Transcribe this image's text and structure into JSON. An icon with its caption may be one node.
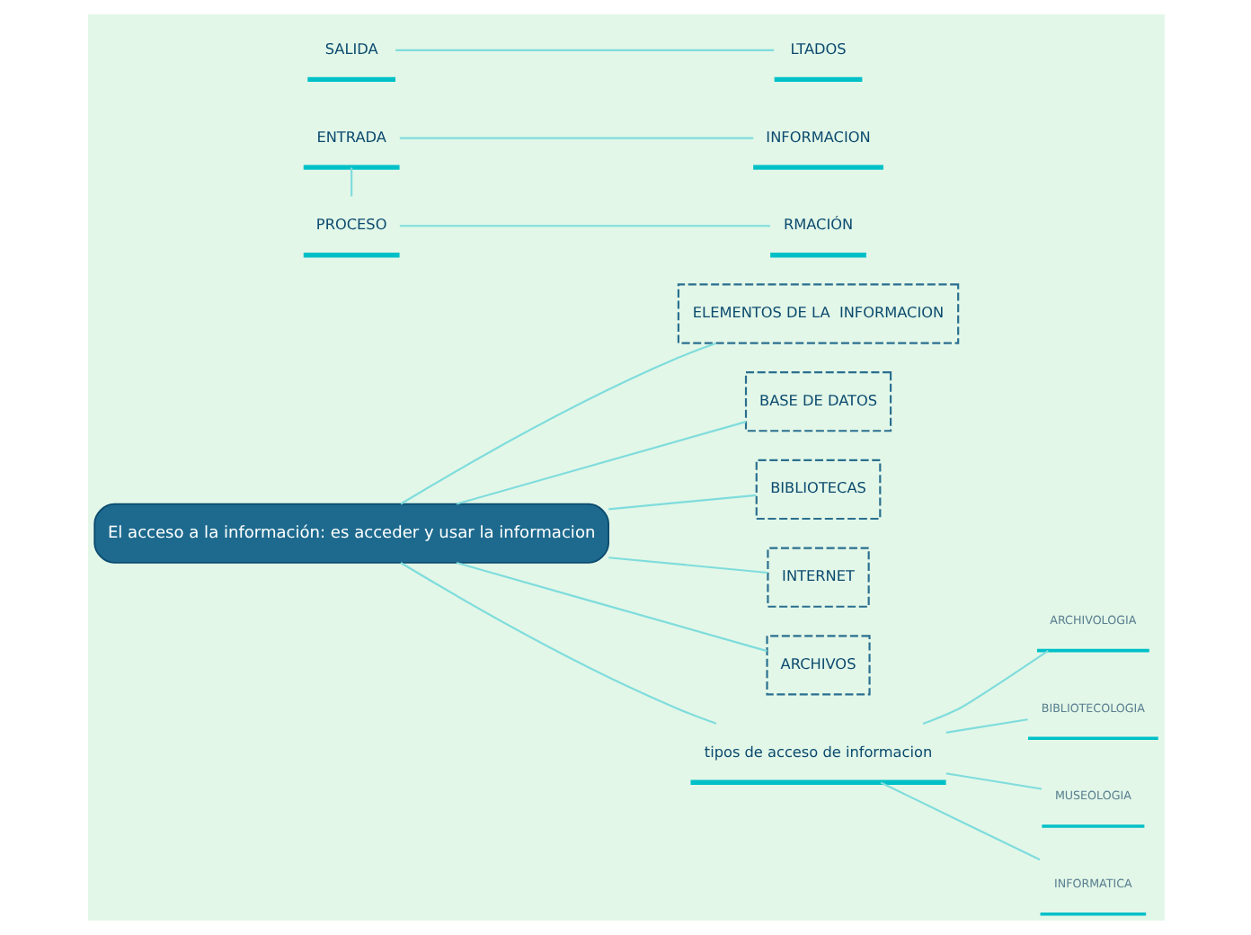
{
  "diagram": {
    "nodes": [
      {
        "text": [
          "El acceso a la información: es acceder y usar la informacion"
        ]
      },
      {
        "text": [
          "ELEMENTOS DE LA  INFORMACION"
        ]
      },
      {
        "text": [
          "ENTRADA"
        ]
      },
      {
        "text": [
          "INFORMACION"
        ]
      },
      {
        "text": [
          "PROCESO"
        ]
      },
      {
        "text": [
          "RMACIÓN"
        ]
      },
      {
        "text": [
          "SALIDA"
        ]
      },
      {
        "text": [
          "LTADOS"
        ]
      },
      {
        "text": [
          "BASE DE DATOS"
        ]
      },
      {
        "text": [
          "BIBLIOTECAS"
        ]
      },
      {
        "text": [
          "INTERNET"
        ]
      },
      {
        "text": [
          "ARCHIVOS"
        ]
      },
      {
        "text": [
          "tipos de acceso de informacion"
        ]
      },
      {
        "text": [
          "ARCHIVOLOGIA"
        ]
      },
      {
        "text": [
          "BIBLIOTECOLOGIA"
        ]
      },
      {
        "text": [
          "MUSEOLOGIA"
        ]
      },
      {
        "text": [
          "INFORMATICA"
        ]
      }
    ],
    "edges": [
      {
        "from": 0,
        "to": 1,
        "arrow": "none"
      },
      {
        "from": 2,
        "to": 3,
        "arrow": "none"
      },
      {
        "from": 2,
        "to": 4,
        "arrow": "none"
      },
      {
        "from": 4,
        "to": 5,
        "arrow": "none"
      },
      {
        "from": 6,
        "to": 7,
        "arrow": "none"
      },
      {
        "from": 0,
        "to": 8,
        "arrow": "none"
      },
      {
        "from": 0,
        "to": 9,
        "arrow": "none"
      },
      {
        "from": 0,
        "to": 10,
        "arrow": "none"
      },
      {
        "from": 0,
        "to": 11,
        "arrow": "none"
      },
      {
        "from": 0,
        "to": 12,
        "arrow": "none"
      },
      {
        "from": 12,
        "to": 13,
        "arrow": "none"
      },
      {
        "from": 12,
        "to": 14,
        "arrow": "none"
      },
      {
        "from": 12,
        "to": 15,
        "arrow": "none"
      },
      {
        "from": 12,
        "to": 16,
        "arrow": "none"
      }
    ]
  }
}
